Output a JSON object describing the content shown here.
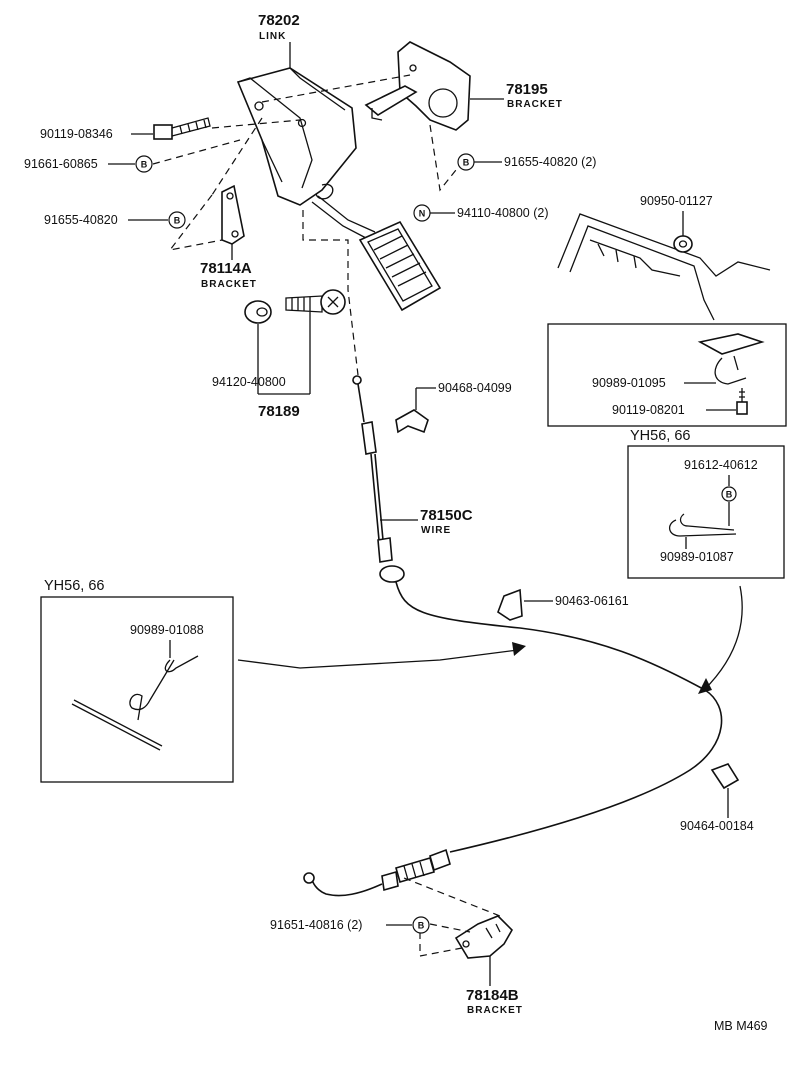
{
  "diagram": {
    "labels": {
      "link_num": "78202",
      "link_name": "LINK",
      "bracket_top_num": "78195",
      "bracket_top_name": "BRACKET",
      "bolt_90119": "90119-08346",
      "washer_91661": "91661-60865",
      "bolt_91655_left": "91655-40820",
      "bolt_91655_right": "91655-40820 (2)",
      "nut_94110": "94110-40800 (2)",
      "bracket_left_num": "78114A",
      "bracket_left_name": "BRACKET",
      "nut_94120": "94120-40800",
      "set_78189": "78189",
      "clip_90468": "90468-04099",
      "wire_num": "78150C",
      "wire_name": "WIRE",
      "nut_90950": "90950-01127",
      "clip_90989_01095": "90989-01095",
      "bolt_90119_08201": "90119-08201",
      "variant_right": "YH56, 66",
      "bolt_91612": "91612-40612",
      "clip_90989_01087": "90989-01087",
      "clamp_90463": "90463-06161",
      "variant_left": "YH56, 66",
      "clip_90989_01088": "90989-01088",
      "clamp_90464": "90464-00184",
      "bolt_91651": "91651-40816 (2)",
      "bracket_bottom_num": "78184B",
      "bracket_bottom_name": "BRACKET",
      "page_code": "MB  M469"
    },
    "symbols": {
      "b": "B",
      "n": "N"
    }
  }
}
